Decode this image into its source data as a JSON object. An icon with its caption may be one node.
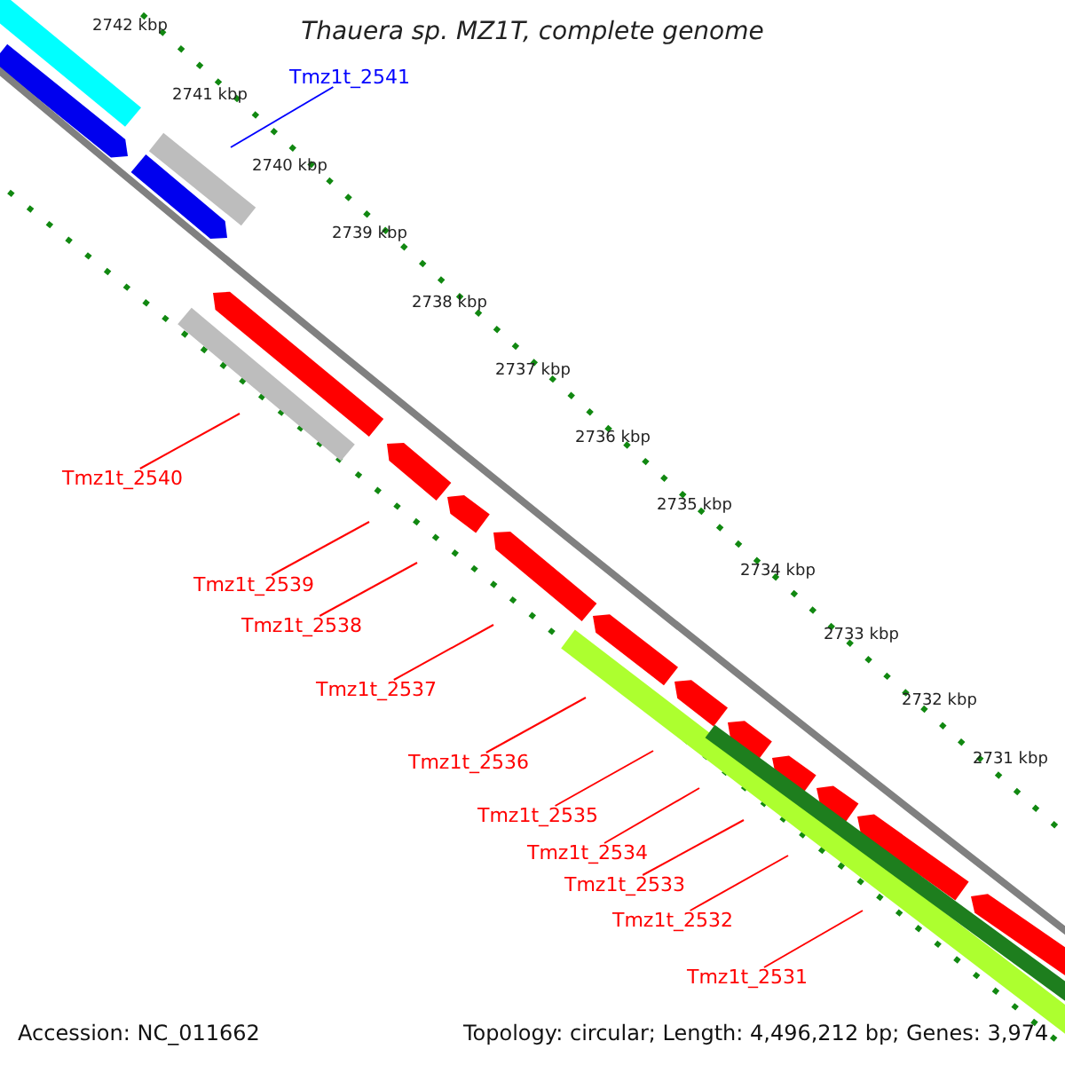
{
  "diagram": {
    "title": "Thauera sp. MZ1T, complete genome",
    "nodes": [
      {
        "text": [
          "Tmz1t_2541"
        ]
      },
      {
        "text": [
          "Tmz1t_2540"
        ]
      },
      {
        "text": [
          "Tmz1t_2539"
        ]
      },
      {
        "text": [
          "Tmz1t_2538"
        ]
      },
      {
        "text": [
          "Tmz1t_2537"
        ]
      },
      {
        "text": [
          "Tmz1t_2536"
        ]
      },
      {
        "text": [
          "Tmz1t_2535"
        ]
      },
      {
        "text": [
          "Tmz1t_2534"
        ]
      },
      {
        "text": [
          "Tmz1t_2533"
        ]
      },
      {
        "text": [
          "Tmz1t_2532"
        ]
      },
      {
        "text": [
          "Tmz1t_2531"
        ]
      }
    ],
    "edges": [
      {
        "from": 0,
        "to": null,
        "arrow": "none",
        "color": "#0000ff"
      },
      {
        "from": 1,
        "to": null,
        "arrow": "none"
      },
      {
        "from": 2,
        "to": null,
        "arrow": "none"
      },
      {
        "from": 3,
        "to": null,
        "arrow": "none"
      },
      {
        "from": 4,
        "to": null,
        "arrow": "none"
      },
      {
        "from": 5,
        "to": null,
        "arrow": "none"
      },
      {
        "from": 6,
        "to": null,
        "arrow": "none"
      },
      {
        "from": 7,
        "to": null,
        "arrow": "none"
      },
      {
        "from": 8,
        "to": null,
        "arrow": "none"
      },
      {
        "from": 9,
        "to": null,
        "arrow": "none"
      },
      {
        "from": 10,
        "to": null,
        "arrow": "none"
      }
    ],
    "labels": [
      "2742 kbp",
      "2741 kbp",
      "2740 kbp",
      "2739 kbp",
      "2738 kbp",
      "2737 kbp",
      "2736 kbp",
      "2735 kbp",
      "2734 kbp",
      "2733 kbp",
      "2732 kbp",
      "2731 kbp",
      "Accession: NC_011662",
      "Topology: circular; Length: 4,496,212 bp; Genes: 3,974"
    ]
  }
}
